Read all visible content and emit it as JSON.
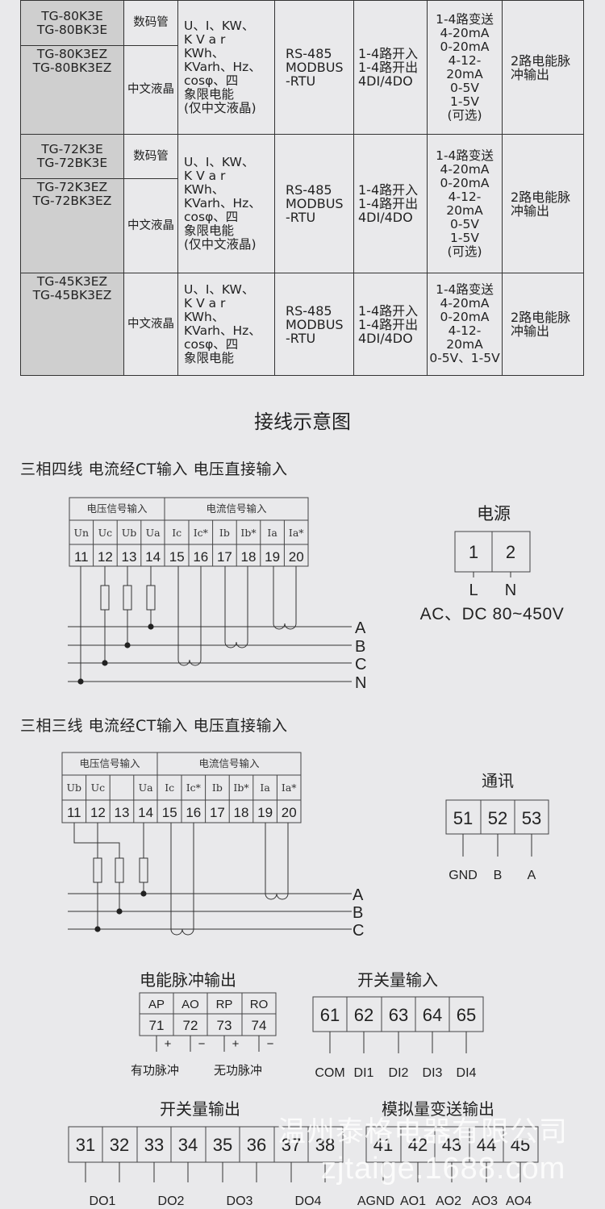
{
  "spec_table": [
    {
      "models_top": [
        "TG-80K3E",
        "TG-80BK3E"
      ],
      "display_top": "数码管",
      "models_bottom": [
        "TG-80K3EZ",
        "TG-80BK3EZ"
      ],
      "display_bottom": "中文液晶",
      "measure": [
        "U、I、KW、",
        "K V a r",
        "KWh、",
        "KVarh、Hz、",
        "cosφ、四",
        "象限电能",
        "(仅中文液晶)"
      ],
      "comm": [
        "RS-485",
        "MODBUS",
        "-RTU"
      ],
      "io": [
        "1-4路开入",
        "1-4路开出",
        "4DI/4DO"
      ],
      "ao": [
        "1-4路变送",
        "4-20mA",
        "0-20mA",
        "4-12-",
        "20mA",
        "0-5V",
        "1-5V",
        "(可选)"
      ],
      "pulse": [
        "2路电能脉",
        "冲输出"
      ]
    },
    {
      "models_top": [
        "TG-72K3E",
        "TG-72BK3E"
      ],
      "display_top": "数码管",
      "models_bottom": [
        "TG-72K3EZ",
        "TG-72BK3EZ"
      ],
      "display_bottom": "中文液晶",
      "measure": [
        "U、I、KW、",
        "K V a r",
        "KWh、",
        "KVarh、Hz、",
        "cosφ、四",
        "象限电能",
        "(仅中文液晶)"
      ],
      "comm": [
        "RS-485",
        "MODBUS",
        "-RTU"
      ],
      "io": [
        "1-4路开入",
        "1-4路开出",
        "4DI/4DO"
      ],
      "ao": [
        "1-4路变送",
        "4-20mA",
        "0-20mA",
        "4-12-",
        "20mA",
        "0-5V",
        "1-5V",
        "(可选)"
      ],
      "pulse": [
        "2路电能脉",
        "冲输出"
      ]
    },
    {
      "models": [
        "TG-45K3EZ",
        "TG-45BK3EZ"
      ],
      "display": "中文液晶",
      "measure": [
        "U、I、KW、",
        "K V a r",
        "KWh、",
        "KVarh、Hz、",
        "cosφ、四",
        "象限电能"
      ],
      "comm": [
        "RS-485",
        "MODBUS",
        "-RTU"
      ],
      "io": [
        "1-4路开入",
        "1-4路开出",
        "4DI/4DO"
      ],
      "ao": [
        "1-4路变送",
        "4-20mA",
        "0-20mA",
        "4-12-",
        "20mA",
        "0-5V、1-5V"
      ],
      "pulse": [
        "2路电能脉",
        "冲输出"
      ]
    }
  ],
  "section_title": "接线示意图",
  "diagram1": {
    "title": "三相四线  电流经CT输入  电压直接输入",
    "group_voltage": "电压信号输入",
    "group_current": "电流信号输入",
    "signals": [
      "Un",
      "Uc",
      "Ub",
      "Ua",
      "Ic",
      "Ic*",
      "Ib",
      "Ib*",
      "Ia",
      "Ia*"
    ],
    "terminals": [
      "11",
      "12",
      "13",
      "14",
      "15",
      "16",
      "17",
      "18",
      "19",
      "20"
    ],
    "phases": [
      "A",
      "B",
      "C",
      "N"
    ]
  },
  "power": {
    "title": "电源",
    "terminals": [
      "1",
      "2"
    ],
    "labels": [
      "L",
      "N"
    ],
    "spec": "AC、DC 80~450V"
  },
  "diagram2": {
    "title": "三相三线  电流经CT输入  电压直接输入",
    "group_voltage": "电压信号输入",
    "group_current": "电流信号输入",
    "signals": [
      "Ub",
      "Uc",
      "",
      "Ua",
      "Ic",
      "Ic*",
      "Ib",
      "Ib*",
      "Ia",
      "Ia*"
    ],
    "terminals": [
      "11",
      "12",
      "13",
      "14",
      "15",
      "16",
      "17",
      "18",
      "19",
      "20"
    ],
    "phases": [
      "A",
      "B",
      "C"
    ]
  },
  "comm": {
    "title": "通讯",
    "terminals": [
      "51",
      "52",
      "53"
    ],
    "labels": [
      "GND",
      "B",
      "A"
    ]
  },
  "pulse_out": {
    "title": "电能脉冲输出",
    "signals": [
      "AP",
      "AO",
      "RP",
      "RO"
    ],
    "terminals": [
      "71",
      "72",
      "73",
      "74"
    ],
    "polarity": [
      "+",
      "−",
      "+",
      "−"
    ],
    "labels": [
      "有功脉冲",
      "无功脉冲"
    ]
  },
  "di": {
    "title": "开关量输入",
    "terminals": [
      "61",
      "62",
      "63",
      "64",
      "65"
    ],
    "labels": [
      "COM",
      "DI1",
      "DI2",
      "DI3",
      "DI4"
    ]
  },
  "do": {
    "title": "开关量输出",
    "terminals": [
      "31",
      "32",
      "33",
      "34",
      "35",
      "36",
      "37",
      "38"
    ],
    "labels": [
      "DO1",
      "DO2",
      "DO3",
      "DO4"
    ]
  },
  "ao": {
    "title": "模拟量变送输出",
    "terminals": [
      "41",
      "42",
      "43",
      "44",
      "45"
    ],
    "labels": [
      "AGND",
      "AO1",
      "AO2",
      "AO3",
      "AO4"
    ]
  },
  "watermark": {
    "line1": "温州泰格电器有限公司",
    "line2": "zjtaige.1688.com"
  }
}
